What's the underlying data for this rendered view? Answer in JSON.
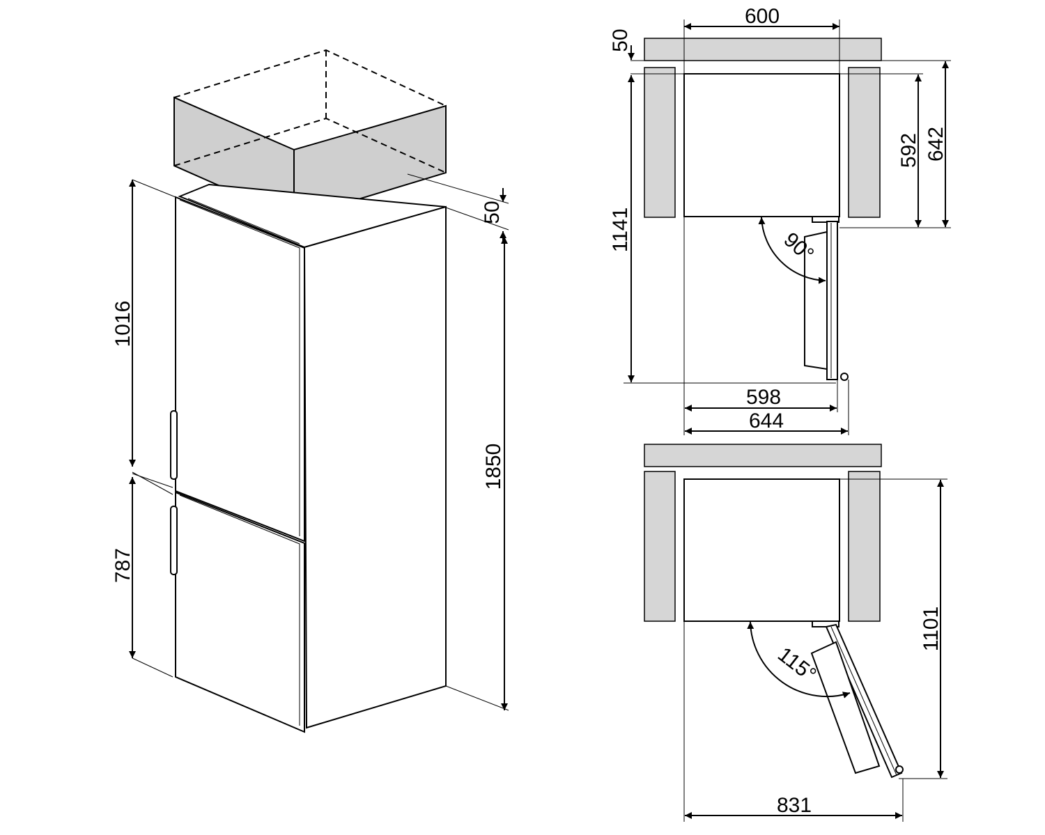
{
  "dimensions": {
    "iso_top_gap": "50",
    "iso_total_height": "1850",
    "iso_upper_door": "1016",
    "iso_lower_door": "787",
    "top_width": "600",
    "top_gap": "50",
    "depth_body": "592",
    "depth_total": "642",
    "depth_open_90": "1141",
    "width_body": "598",
    "width_handle": "644",
    "depth_open_115": "1101",
    "width_open_115": "831"
  },
  "angles": {
    "open_90": "90°",
    "open_115": "115°"
  }
}
